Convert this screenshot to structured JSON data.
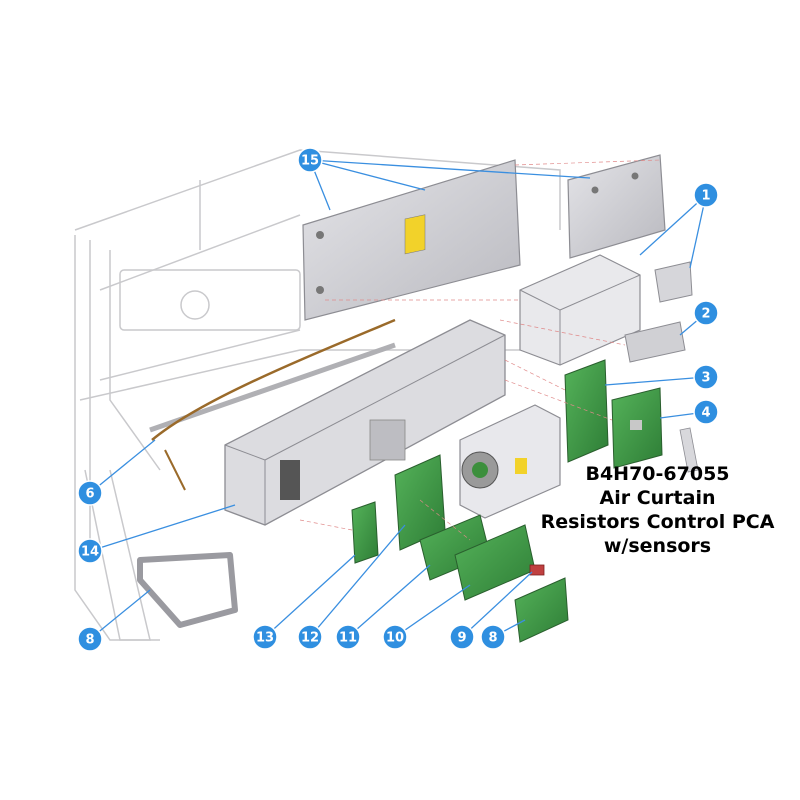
{
  "part_caption": {
    "line1": "B4H70-67055",
    "line2": "Air Curtain",
    "line3": "Resistors Control PCA",
    "line4": "w/sensors"
  },
  "callouts": [
    "15",
    "1",
    "2",
    "3",
    "4",
    "6",
    "14",
    "8",
    "13",
    "12",
    "11",
    "10",
    "9",
    "8"
  ],
  "colors": {
    "callout_fill": "#2f8fe0",
    "leader_line": "#3a8fe0",
    "pcb_green": "#3d9a45",
    "sheet_metal": "#cfcfd3",
    "outline": "#9a9aa0"
  }
}
